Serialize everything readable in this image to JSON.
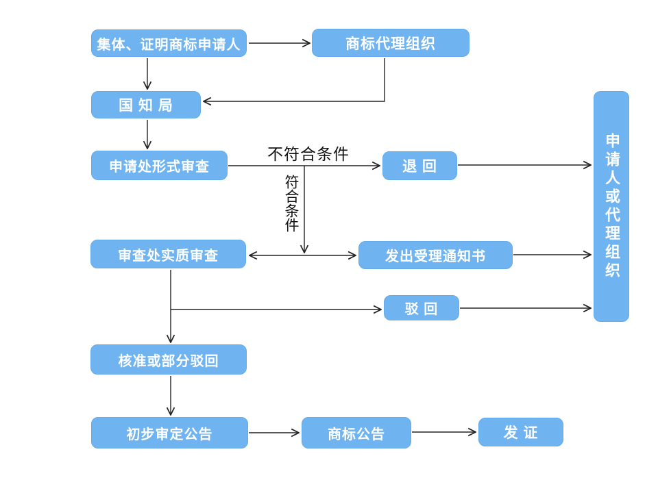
{
  "diagram": {
    "type": "flowchart",
    "subject": "集体、证明商标注册申请流程"
  },
  "colors": {
    "node_fill": "#6fb4f0",
    "node_text": "#ffffff",
    "arrow": "#222222",
    "label_text": "#111111",
    "background": "#ffffff"
  },
  "nodes": {
    "applicant": "集体、证明商标申请人",
    "agency": "商标代理组织",
    "cnipa": "国 知 局",
    "formal": "申请处形式审查",
    "return": "退 回",
    "substantive": "审查处实质审查",
    "acceptance": "发出受理通知书",
    "reject": "驳 回",
    "approve": "核准或部分驳回",
    "preliminary": "初步审定公告",
    "gazette": "商标公告",
    "certificate": "发 证",
    "recipient": "申请人或代理组织"
  },
  "labels": {
    "not_meet": "不符合条件",
    "meet": "符合条件"
  },
  "edges": [
    {
      "from": "集体、证明商标申请人",
      "to": "商标代理组织",
      "label": ""
    },
    {
      "from": "集体、证明商标申请人",
      "to": "国知局",
      "label": ""
    },
    {
      "from": "商标代理组织",
      "to": "国知局",
      "label": ""
    },
    {
      "from": "国知局",
      "to": "申请处形式审查",
      "label": ""
    },
    {
      "from": "申请处形式审查",
      "to": "退回",
      "label": "不符合条件"
    },
    {
      "from": "申请处形式审查",
      "to": "审查处实质审查/发出受理通知书",
      "label": "符合条件"
    },
    {
      "from": "审查处实质审查",
      "to": "发出受理通知书",
      "label": "",
      "bidirectional": true
    },
    {
      "from": "退回",
      "to": "申请人或代理组织",
      "label": ""
    },
    {
      "from": "发出受理通知书",
      "to": "申请人或代理组织",
      "label": ""
    },
    {
      "from": "审查处实质审查",
      "to": "驳回",
      "label": ""
    },
    {
      "from": "驳回",
      "to": "申请人或代理组织",
      "label": ""
    },
    {
      "from": "审查处实质审查",
      "to": "核准或部分驳回",
      "label": ""
    },
    {
      "from": "核准或部分驳回",
      "to": "初步审定公告",
      "label": ""
    },
    {
      "from": "初步审定公告",
      "to": "商标公告",
      "label": ""
    },
    {
      "from": "商标公告",
      "to": "发证",
      "label": ""
    }
  ]
}
